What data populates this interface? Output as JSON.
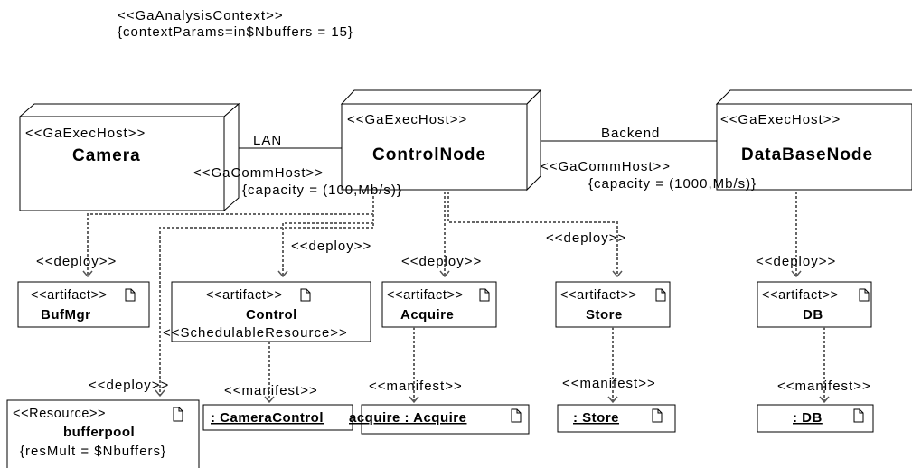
{
  "context": {
    "stereotype": "<<GaAnalysisContext>>",
    "params": "{contextParams=in$Nbuffers = 15}"
  },
  "nodes": {
    "camera": {
      "stereotype": "<<GaExecHost>>",
      "name": "Camera"
    },
    "control": {
      "stereotype": "<<GaExecHost>>",
      "name": "ControlNode"
    },
    "database": {
      "stereotype": "<<GaExecHost>>",
      "name": "DataBaseNode"
    }
  },
  "links": {
    "lan": {
      "name": "LAN",
      "stereotype": "<<GaCommHost>>",
      "capacity": "{capacity = (100,Mb/s)}"
    },
    "backend": {
      "name": "Backend",
      "stereotype": "<<GaCommHost>>",
      "capacity": "{capacity = (1000,Mb/s)}"
    }
  },
  "artifacts": {
    "bufmgr": {
      "stereotype": "<<artifact>>",
      "name": "BufMgr"
    },
    "control": {
      "stereotype": "<<artifact>>",
      "name": "Control",
      "extra": "<<SchedulableResource>>"
    },
    "acquire": {
      "stereotype": "<<artifact>>",
      "name": "Acquire"
    },
    "store": {
      "stereotype": "<<artifact>>",
      "name": "Store"
    },
    "db": {
      "stereotype": "<<artifact>>",
      "name": "DB"
    }
  },
  "resource": {
    "stereotype": "<<Resource>>",
    "name": "bufferpool",
    "params": "{resMult = $Nbuffers}"
  },
  "instances": {
    "camera_control": ": CameraControl",
    "acquire": "acquire : Acquire",
    "store": ": Store",
    "db": ": DB"
  },
  "labels": {
    "deploy": "<<deploy>>",
    "manifest": "<<manifest>>"
  }
}
